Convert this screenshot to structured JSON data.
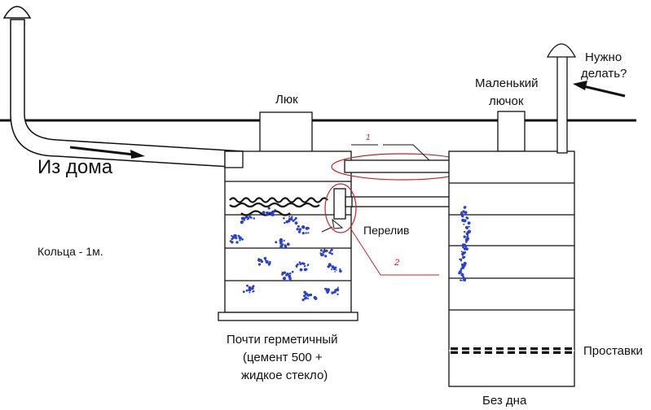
{
  "labels": {
    "from_house": "Из дома",
    "rings": "Кольца - 1м.",
    "hatch": "Люк",
    "small_hatch_line1": "Маленький",
    "small_hatch_line2": "лючок",
    "question_line1": "Нужно",
    "question_line2": "делать?",
    "overflow": "Перелив",
    "sealed_line1": "Почти герметичный",
    "sealed_line2": "(цемент 500 +",
    "sealed_line3": "жидкое стекло)",
    "spacers": "Проставки",
    "no_bottom": "Без дна",
    "mark_1": "1",
    "mark_2": "2"
  },
  "colors": {
    "line": "#111111",
    "annotation": "#cc2222",
    "sewage_blue": "#2a3fd0",
    "sediment_black": "#141414"
  }
}
